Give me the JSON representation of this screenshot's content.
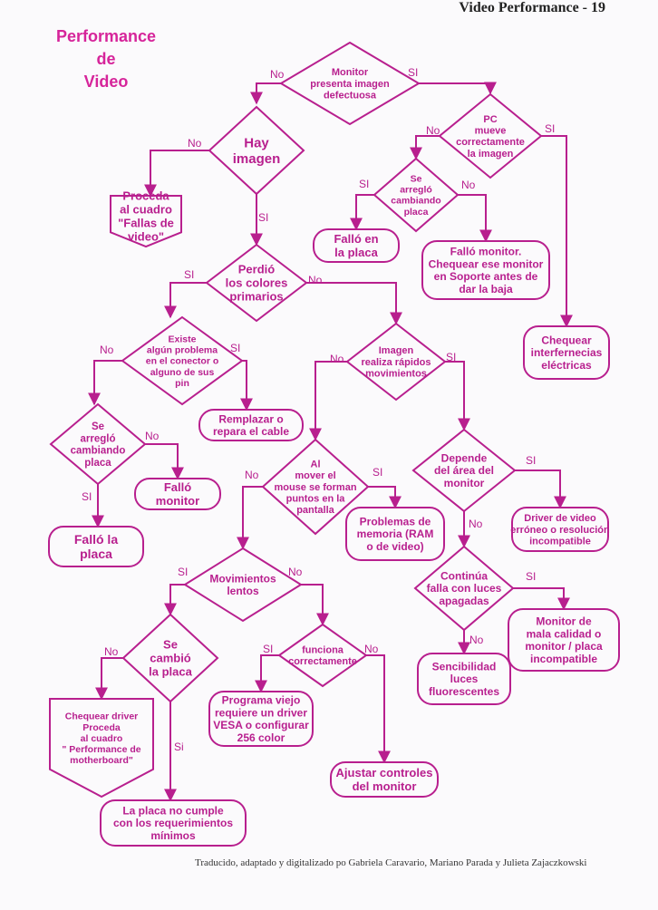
{
  "header": "Video Performance - 19",
  "title": [
    "Performance",
    "de",
    "Video"
  ],
  "footer": "Traducido, adaptado y digitalizado po Gabriela Caravario, Mariano Parada y Julieta Zajaczkowski",
  "labels": {
    "yes": "SI",
    "yes_alt": "Si",
    "no": "No"
  },
  "nodes": {
    "monitor": [
      "Monitor",
      "presenta imagen",
      "defectuosa"
    ],
    "hay_imagen": [
      "Hay",
      "imagen"
    ],
    "pc_mueve": [
      "PC",
      "mueve",
      "correctamente",
      "la imagen"
    ],
    "proceda_fallas": [
      "Proceda",
      "al cuadro",
      "\"Fallas de",
      "video\""
    ],
    "arreglo_placa_1": [
      "Se",
      "arregló",
      "cambiando",
      "placa"
    ],
    "fallo_placa_1": [
      "Falló en",
      "la placa"
    ],
    "fallo_monitor_1": [
      "Falló monitor.",
      "Chequear ese monitor",
      "en Soporte antes de",
      "dar la baja"
    ],
    "interferencias": [
      "Chequear",
      "interfernecias",
      "eléctricas"
    ],
    "colores": [
      "Perdió",
      "los colores",
      "primarios"
    ],
    "existe_problema": [
      "Existe",
      "algún problema",
      "en el conector o",
      "alguno de sus",
      "pin"
    ],
    "imagen_rapidos": [
      "Imagen",
      "realiza rápidos",
      "movimientos"
    ],
    "arreglo_placa_2": [
      "Se",
      "arregló",
      "cambiando",
      "placa"
    ],
    "remplazar": [
      "Remplazar o",
      "repara el cable"
    ],
    "fallo_monitor_2": [
      "Falló",
      "monitor"
    ],
    "fallo_placa_2": [
      "Falló la",
      "placa"
    ],
    "mouse": [
      "Al",
      "mover el",
      "mouse se forman",
      "puntos en la",
      "pantalla"
    ],
    "depende_area": [
      "Depende",
      "del área del",
      "monitor"
    ],
    "memoria": [
      "Problemas de",
      "memoria (RAM",
      "o de video)"
    ],
    "driver_video": [
      "Driver de video",
      "erróneo o resolución",
      "incompatible"
    ],
    "mov_lentos": [
      "Movimientos",
      "lentos"
    ],
    "continua_falla": [
      "Continúa",
      "falla con luces",
      "apagadas"
    ],
    "monitor_mala": [
      "Monitor de",
      "mala calidad o",
      "monitor / placa",
      "incompatible"
    ],
    "cambio_placa": [
      "Se",
      "cambió",
      "la placa"
    ],
    "funciona": [
      "funciona",
      "correctamente"
    ],
    "sensibilidad": [
      "Sencibilidad",
      "luces",
      "fluorescentes"
    ],
    "chequear_driver": [
      "Chequear driver",
      "Proceda",
      "al cuadro",
      "\" Performance de",
      "motherboard\""
    ],
    "programa_viejo": [
      "Programa viejo",
      "requiere un driver",
      "VESA o configurar",
      "256 color"
    ],
    "ajustar": [
      "Ajustar controles",
      "del monitor"
    ],
    "no_cumple": [
      "La placa no cumple",
      "con los requerimientos",
      "mínimos"
    ]
  }
}
